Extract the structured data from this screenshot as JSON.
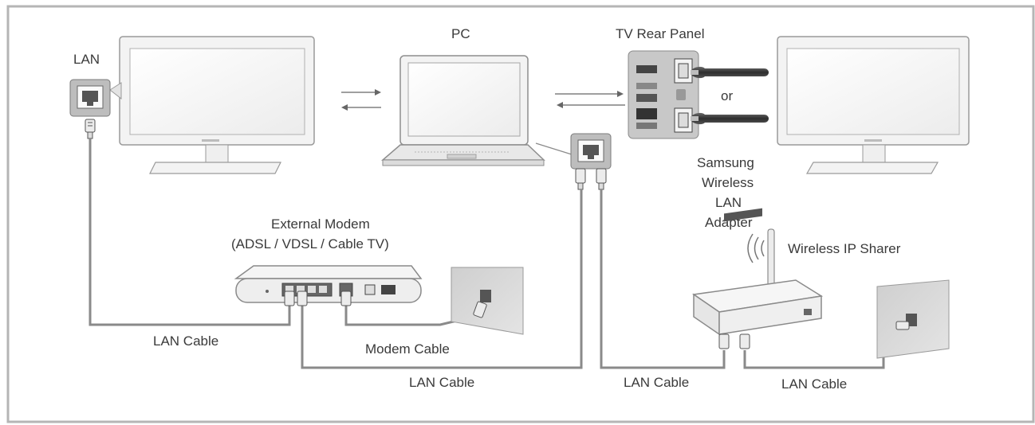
{
  "labels": {
    "lan": "LAN",
    "pc": "PC",
    "tv_rear_panel": "TV Rear Panel",
    "or": "or",
    "adapter_line1": "Samsung",
    "adapter_line2": "Wireless",
    "adapter_line3": "LAN",
    "adapter_line4": "Adapter",
    "modem_line1": "External Modem",
    "modem_line2": "(ADSL / VDSL / Cable TV)",
    "wireless_ip_sharer": "Wireless IP Sharer",
    "lan_cable_left": "LAN Cable",
    "modem_cable": "Modem Cable",
    "lan_cable_center": "LAN Cable",
    "lan_cable_right1": "LAN Cable",
    "lan_cable_right2": "LAN Cable"
  },
  "icons": {
    "tv_left": "tv-icon",
    "tv_right": "tv-icon",
    "pc": "laptop-icon",
    "modem": "modem-icon",
    "router": "wireless-router-icon",
    "wall_jack_modem": "wall-jack-icon",
    "wall_jack_router": "wall-jack-icon",
    "tv_rear_panel": "usb-panel-icon",
    "wireless_adapter": "usb-dongle-icon"
  },
  "colors": {
    "frame": "#b5b5b5",
    "cable": "#8a8a8a",
    "device_fill": "#f1f1f1",
    "device_stroke": "#9a9a9a",
    "panel_fill": "#c8c8c8",
    "text": "#3a3a3a"
  }
}
